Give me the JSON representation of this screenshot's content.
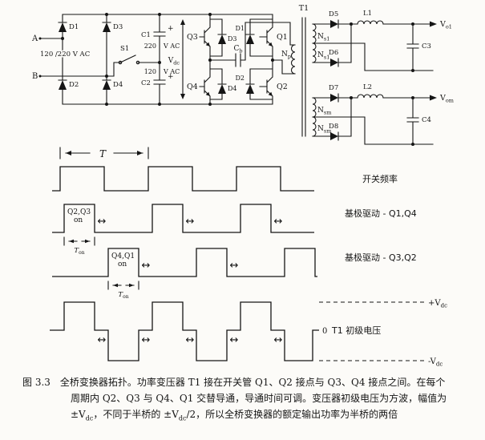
{
  "page": {
    "bg": "#fcfbf8",
    "ink": "#151515"
  },
  "circuit": {
    "terminal_a": "A",
    "terminal_b": "B",
    "input_voltage": "120 /220 V AC",
    "d1": "D1",
    "d2": "D2",
    "d3": "D3",
    "d4": "D4",
    "s1": "S1",
    "c1": "C1",
    "c2": "C2",
    "plus": "+",
    "v220": "220",
    "v120": "120",
    "vac": "V AC",
    "vdc": {
      "main": "V",
      "sub": "dc"
    },
    "q1": "Q1",
    "q2": "Q2",
    "q3": "Q3",
    "q4": "Q4",
    "bd1": "D1",
    "bd2": "D2",
    "bd3": "D3",
    "bd4": "D4",
    "cb": {
      "main": "C",
      "sub": "b"
    },
    "t1": "T1",
    "np": {
      "main": "N",
      "sub": "p"
    },
    "ns1": {
      "main": "N",
      "sub": "s1"
    },
    "nsm": {
      "main": "N",
      "sub": "sm"
    },
    "d5": "D5",
    "d6": "D6",
    "d7": "D7",
    "d8": "D8",
    "l1": "L1",
    "l2": "L2",
    "c3": "C3",
    "c4": "C4",
    "vo1": {
      "main": "V",
      "sub": "o1"
    },
    "vom": {
      "main": "V",
      "sub": "om"
    }
  },
  "waveforms": {
    "period": "T",
    "row1_label": "开关频率",
    "row2": {
      "on_line1": "Q2,Q3",
      "on_line2": "on",
      "ton_main": "T",
      "ton_sub": "on",
      "label": "基极驱动 - Q1,Q4"
    },
    "row3": {
      "on_line1": "Q4,Q1",
      "on_line2": "on",
      "ton_main": "T",
      "ton_sub": "on",
      "label": "基极驱动 - Q3,Q2"
    },
    "row4": {
      "plus_main": "+V",
      "plus_sub": "dc",
      "minus_main": "-V",
      "minus_sub": "dc",
      "zero": "0",
      "label": "T1 初级电压"
    }
  },
  "icons": {
    "deadtime_arrow": "↔"
  },
  "caption": {
    "line1": "图 3.3　全桥变换器拓扑。功率变压器 T1 接在开关管 Q1、Q2 接点与 Q3、Q4 接点之间。在每个",
    "line2": "周期内 Q2、Q3 与 Q4、Q1 交替导通，导通时间可调。变压器初级电压为方波，幅值为",
    "line3_p1": "±V",
    "line3_s1": "dc",
    "line3_p2": "，不同于半桥的 ±V",
    "line3_s2": "dc",
    "line3_p3": "/2，所以全桥变换器的额定输出功率为半桥的两倍"
  }
}
